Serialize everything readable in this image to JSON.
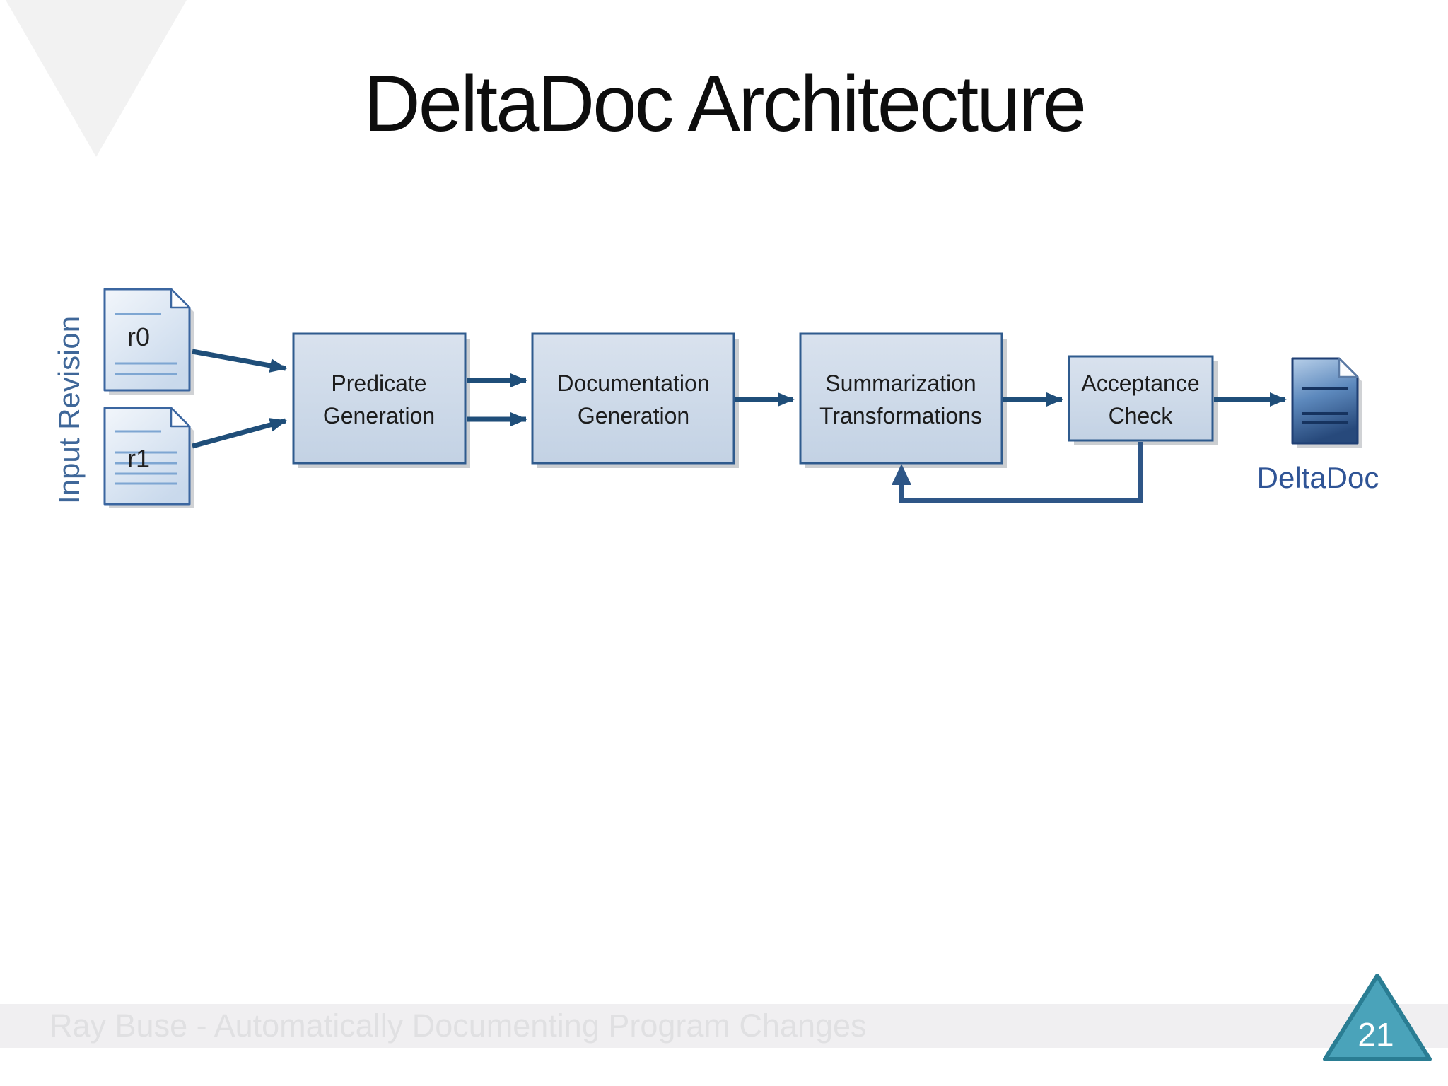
{
  "slide": {
    "title": "DeltaDoc Architecture",
    "footer": "Ray Buse - Automatically Documenting Program Changes",
    "page_number": "21"
  },
  "diagram": {
    "input_label": "Input Revision",
    "documents": [
      {
        "id": "r0",
        "label": "r0"
      },
      {
        "id": "r1",
        "label": "r1"
      }
    ],
    "boxes": [
      {
        "id": "predicate-generation",
        "line1": "Predicate",
        "line2": "Generation"
      },
      {
        "id": "documentation-generation",
        "line1": "Documentation",
        "line2": "Generation"
      },
      {
        "id": "summarization-transformations",
        "line1": "Summarization",
        "line2": "Transformations"
      },
      {
        "id": "acceptance-check",
        "line1": "Acceptance",
        "line2": "Check"
      }
    ],
    "output_document": {
      "id": "deltadoc",
      "label": "DeltaDoc"
    },
    "edges": [
      {
        "from": "r0",
        "to": "predicate-generation"
      },
      {
        "from": "r1",
        "to": "predicate-generation"
      },
      {
        "from": "predicate-generation",
        "to": "documentation-generation",
        "note": "double arrow"
      },
      {
        "from": "documentation-generation",
        "to": "summarization-transformations"
      },
      {
        "from": "summarization-transformations",
        "to": "acceptance-check"
      },
      {
        "from": "acceptance-check",
        "to": "deltadoc"
      },
      {
        "from": "acceptance-check",
        "to": "summarization-transformations",
        "type": "feedback-loop"
      }
    ]
  },
  "colors": {
    "title_text": "#0d0d0d",
    "arrow": "#1f4e79",
    "box_border": "#2f5b8e",
    "box_fill_top": "#d9e2ee",
    "box_fill_bottom": "#c3d2e4",
    "doc_fill_top": "#f2f6fb",
    "doc_fill_bottom": "#c9d9ec",
    "deltadoc_fill_top": "#b7cfe9",
    "deltadoc_fill_bottom": "#27497b",
    "input_label_blue": "#3f6799",
    "deltadoc_label_blue": "#2f5496",
    "footer_band": "#f0eff1",
    "footer_text": "#e0e0e2",
    "corner_triangle": "#f2f2f2",
    "page_triangle_fill": "#4aa3ba",
    "page_triangle_border": "#2a7d93",
    "page_number_text": "#ffffff"
  }
}
